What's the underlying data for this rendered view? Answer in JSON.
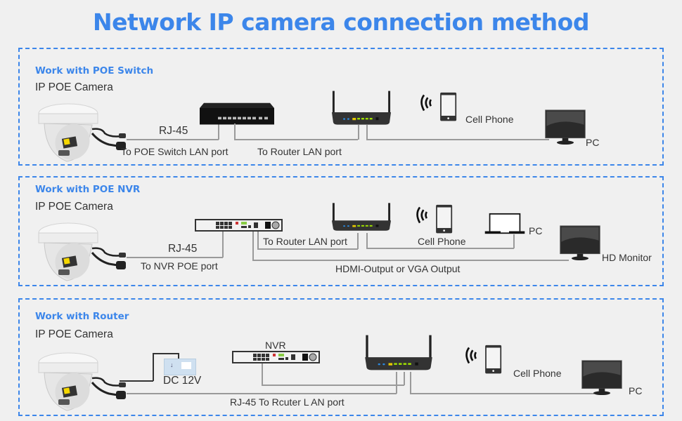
{
  "title": "Network IP camera connection method",
  "colors": {
    "accent": "#3c86ea",
    "background": "#f0f0f0",
    "wire": "#9a9a9a"
  },
  "panels": [
    {
      "heading": "Work with POE Switch",
      "camera_label": "IP POE Camera",
      "cable_label": "RJ-45",
      "camera_link_label": "To POE Switch LAN port",
      "switch_link_label": "To Router LAN port",
      "phone_label": "Cell Phone",
      "pc_label": "PC"
    },
    {
      "heading": "Work with POE NVR",
      "camera_label": "IP POE Camera",
      "cable_label": "RJ-45",
      "camera_link_label": "To NVR POE port",
      "router_link_label": "To Router LAN port",
      "phone_label": "Cell Phone",
      "pc_label": "PC",
      "output_label": "HDMI-Output or VGA Output",
      "monitor_label": "HD Monitor"
    },
    {
      "heading": "Work with Router",
      "camera_label": "IP POE Camera",
      "power_label": "DC 12V",
      "nvr_label": "NVR",
      "camera_link_label": "RJ-45 To Rcuter L AN port",
      "phone_label": "Cell Phone",
      "pc_label": "PC"
    }
  ]
}
